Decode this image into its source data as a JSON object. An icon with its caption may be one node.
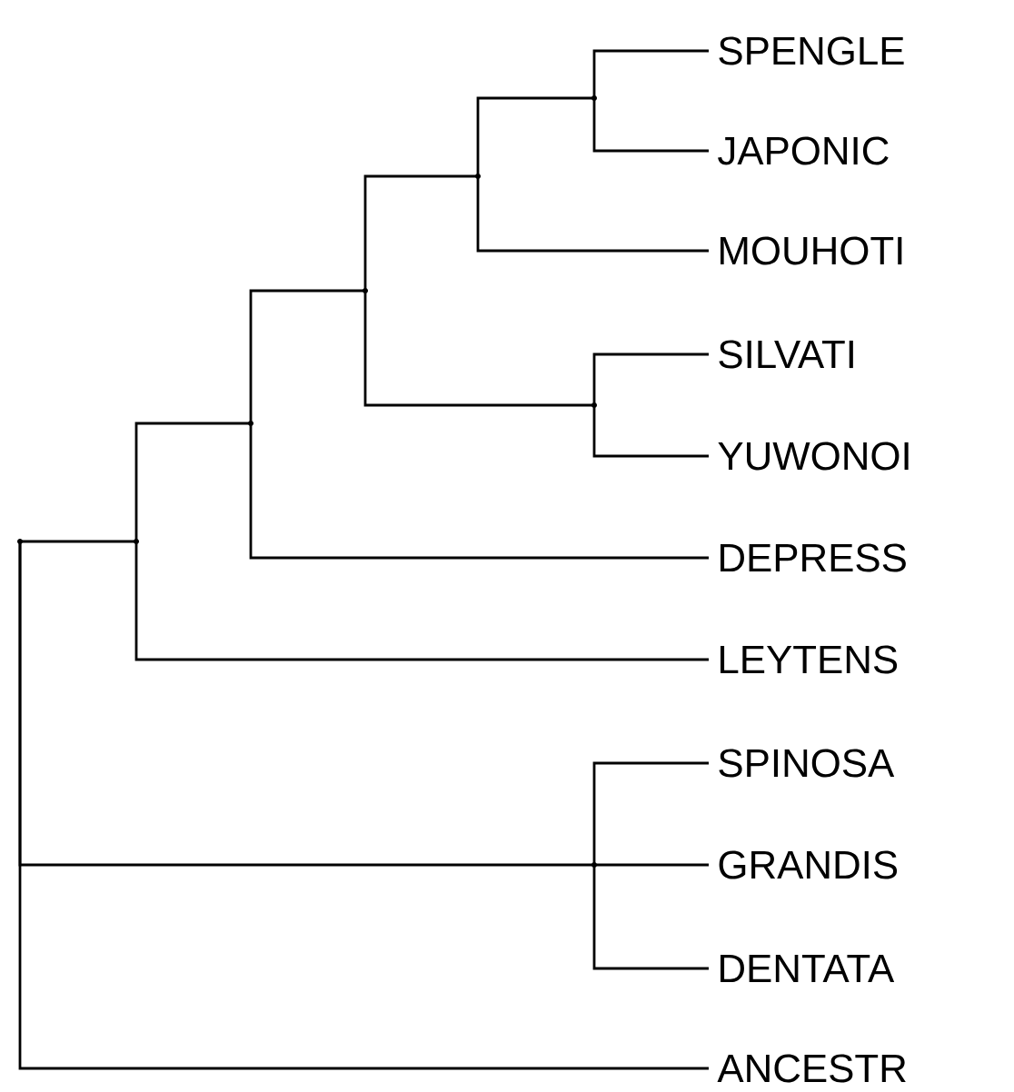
{
  "diagram": {
    "nodes": [
      {
        "text": [
          "SPENGLE"
        ]
      },
      {
        "text": [
          "JAPONIC"
        ]
      },
      {
        "text": [
          "MOUHOTI"
        ]
      },
      {
        "text": [
          "SILVATI"
        ]
      },
      {
        "text": [
          "YUWONOI"
        ]
      },
      {
        "text": [
          "DEPRESS"
        ]
      },
      {
        "text": [
          "LEYTENS"
        ]
      },
      {
        "text": [
          "SPINOSA"
        ]
      },
      {
        "text": [
          "GRANDIS"
        ]
      },
      {
        "text": [
          "DENTATA"
        ]
      },
      {
        "text": [
          "ANCESTR"
        ]
      },
      {
        "text": [],
        "shape": "point"
      },
      {
        "text": [],
        "shape": "point"
      },
      {
        "text": [],
        "shape": "point"
      },
      {
        "text": [],
        "shape": "point"
      },
      {
        "text": [],
        "shape": "point"
      },
      {
        "text": [],
        "shape": "point"
      },
      {
        "text": [],
        "shape": "point"
      },
      {
        "text": [],
        "shape": "point"
      }
    ],
    "edges": [
      {
        "from": 11,
        "to": 12,
        "arrow": "none"
      },
      {
        "from": 11,
        "to": 18,
        "arrow": "none"
      },
      {
        "from": 11,
        "to": 10,
        "arrow": "none"
      },
      {
        "from": 12,
        "to": 13,
        "arrow": "none"
      },
      {
        "from": 12,
        "to": 6,
        "arrow": "none"
      },
      {
        "from": 13,
        "to": 14,
        "arrow": "none"
      },
      {
        "from": 13,
        "to": 5,
        "arrow": "none"
      },
      {
        "from": 14,
        "to": 15,
        "arrow": "none"
      },
      {
        "from": 14,
        "to": 17,
        "arrow": "none"
      },
      {
        "from": 15,
        "to": 16,
        "arrow": "none"
      },
      {
        "from": 15,
        "to": 2,
        "arrow": "none"
      },
      {
        "from": 16,
        "to": 0,
        "arrow": "none"
      },
      {
        "from": 16,
        "to": 1,
        "arrow": "none"
      },
      {
        "from": 17,
        "to": 3,
        "arrow": "none"
      },
      {
        "from": 17,
        "to": 4,
        "arrow": "none"
      },
      {
        "from": 18,
        "to": 7,
        "arrow": "none"
      },
      {
        "from": 18,
        "to": 8,
        "arrow": "none"
      },
      {
        "from": 18,
        "to": 9,
        "arrow": "none"
      }
    ]
  }
}
